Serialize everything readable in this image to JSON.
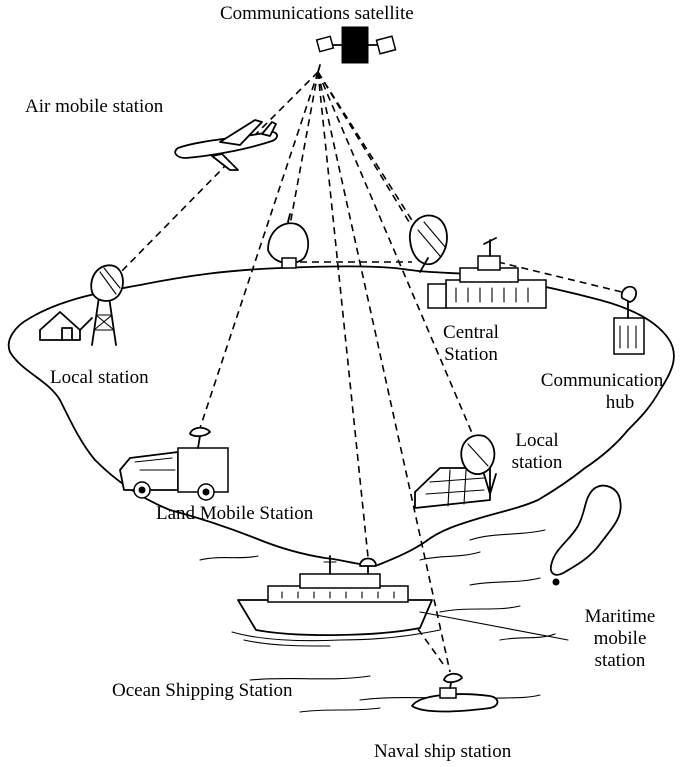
{
  "labels": {
    "satellite": "Communications satellite",
    "air_mobile": "Air mobile station",
    "local_station_left": "Local station",
    "central_station": [
      "Central",
      "Station"
    ],
    "communication_hub": [
      "Communication",
      "hub"
    ],
    "local_station_right": [
      "Local",
      "station"
    ],
    "land_mobile": "Land Mobile Station",
    "maritime_mobile": [
      "Maritime",
      "mobile",
      "station"
    ],
    "ocean_shipping": "Ocean Shipping Station",
    "naval_ship": "Naval ship station"
  },
  "icons": [
    "satellite-icon",
    "airplane-icon",
    "dish-antenna-icon",
    "house-icon",
    "tower-icon",
    "building-icon",
    "truck-icon",
    "ship-icon",
    "submarine-icon",
    "island-icon"
  ]
}
